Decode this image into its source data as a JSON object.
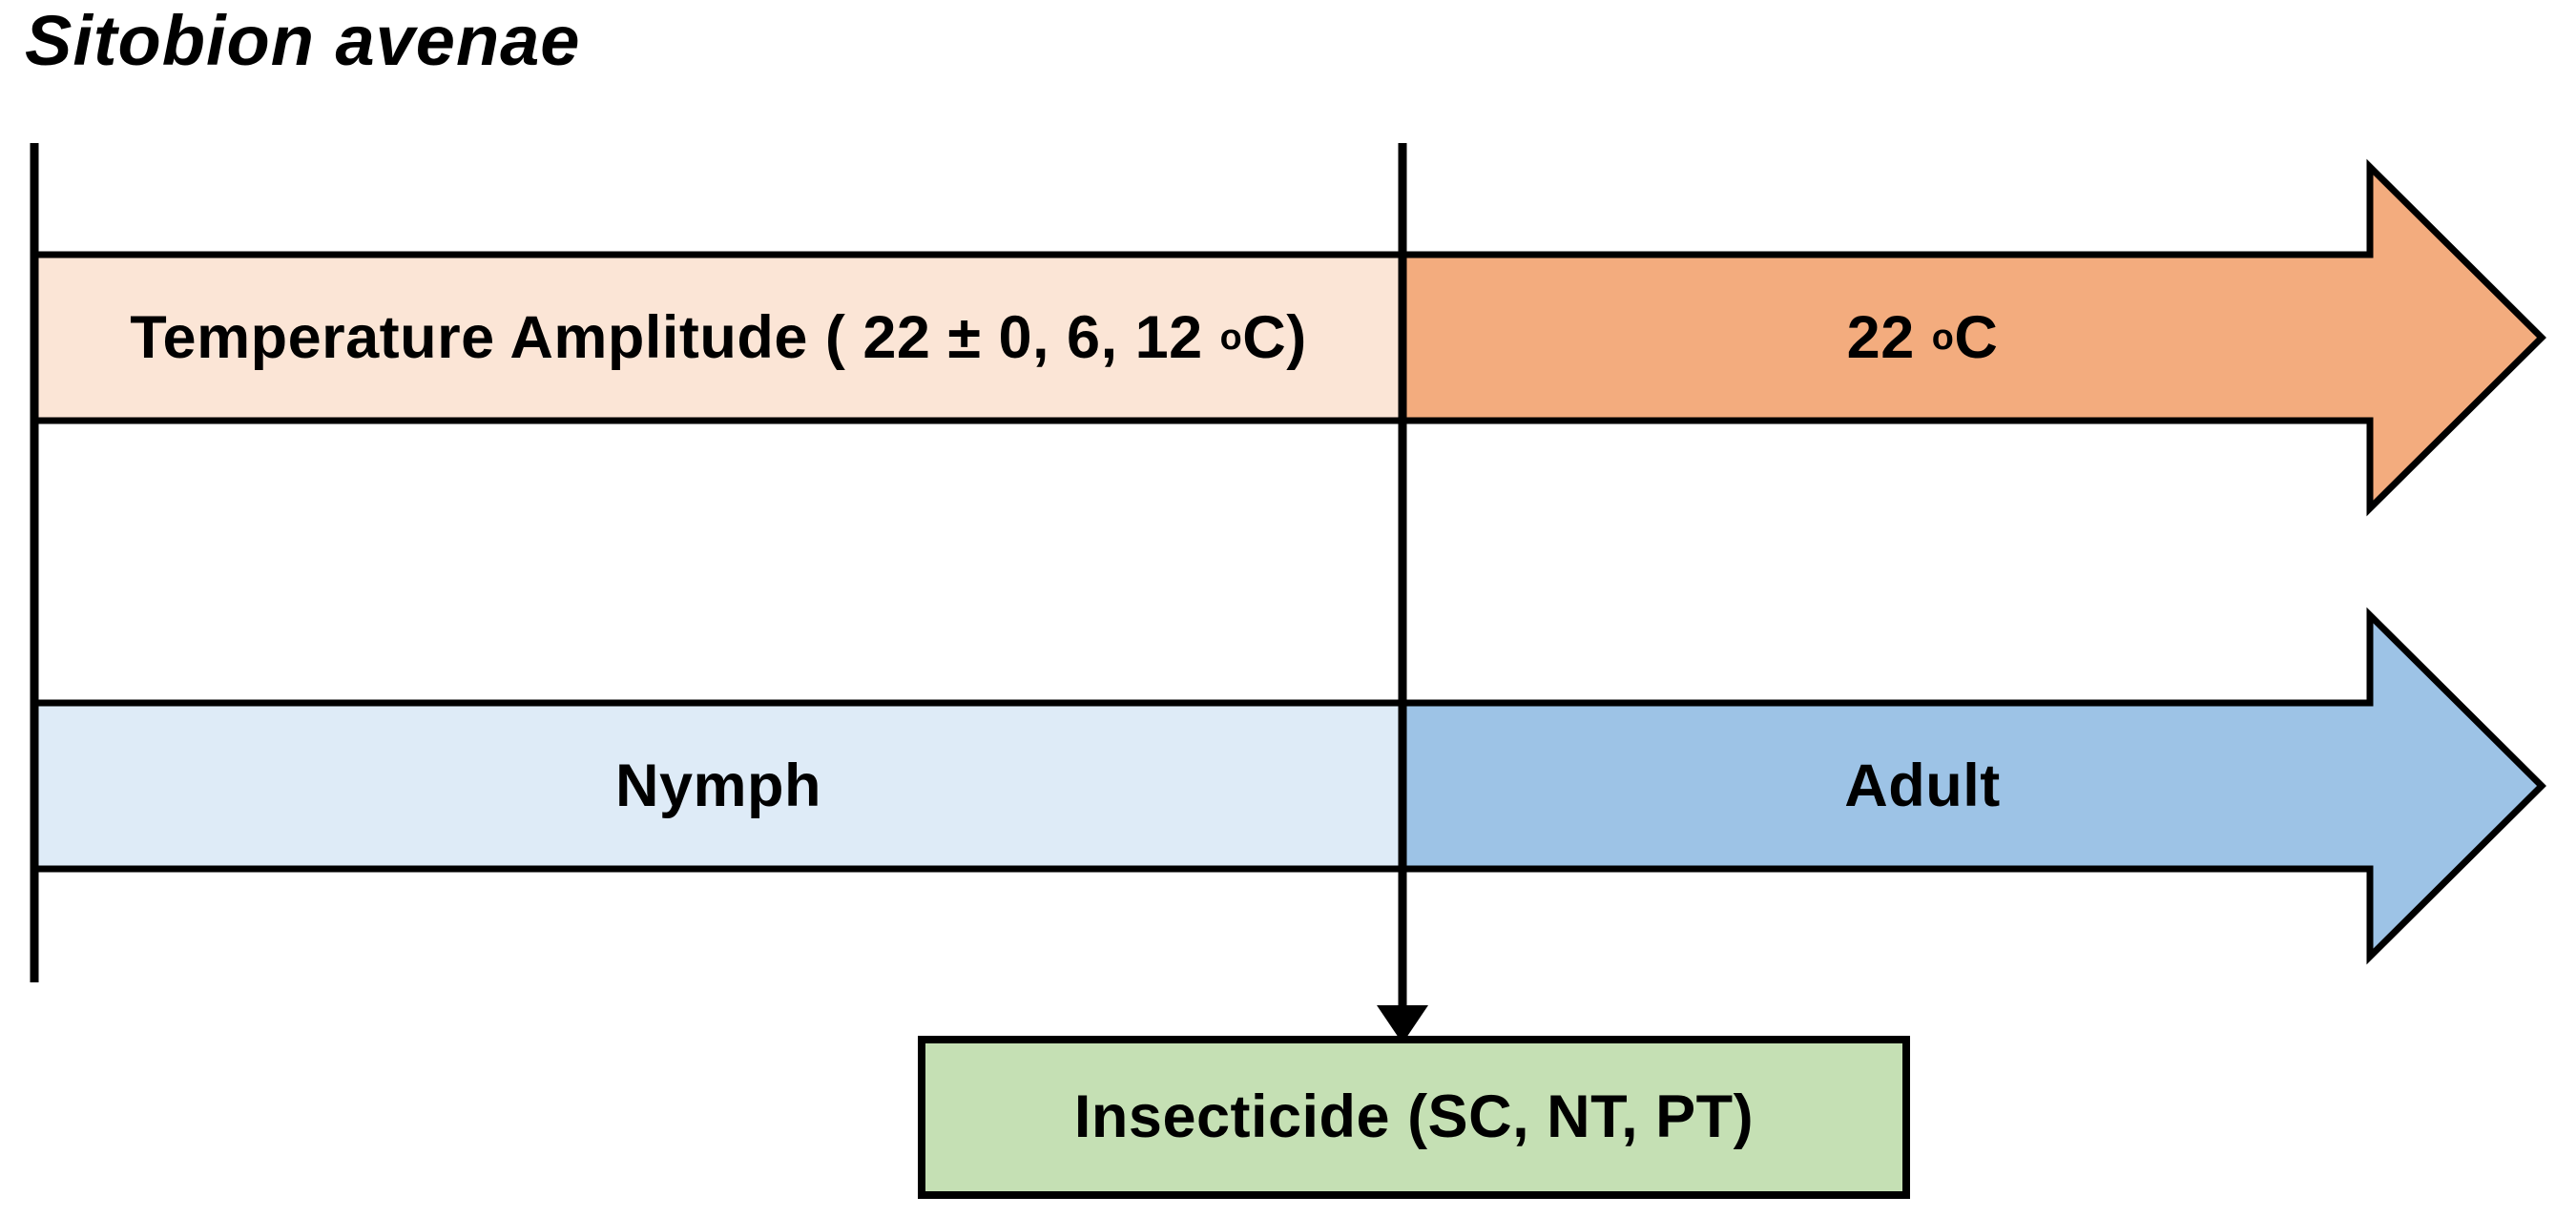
{
  "figure": {
    "title": "Sitobion avenae"
  },
  "timeline": {
    "temperature_band": {
      "prefix": "Temperature Amplitude ( 22 ± 0, 6, 12 ",
      "degree": "o",
      "suffix": "C)"
    },
    "constant_temperature_arrow": {
      "prefix": "22 ",
      "degree": "o",
      "suffix": "C"
    },
    "nymph_band": {
      "label": "Nymph"
    },
    "adult_arrow": {
      "label": "Adult"
    }
  },
  "insecticide_box": {
    "label": "Insecticide (SC, NT, PT)"
  },
  "colors": {
    "temperature_band_fill": "#FBE5D6",
    "constant_temperature_arrow_fill": "#F3AC7E",
    "nymph_band_fill": "#DEEBF7",
    "adult_arrow_fill": "#9DC3E6",
    "insecticide_box_fill": "#C5E0B4",
    "outline": "#000000"
  }
}
